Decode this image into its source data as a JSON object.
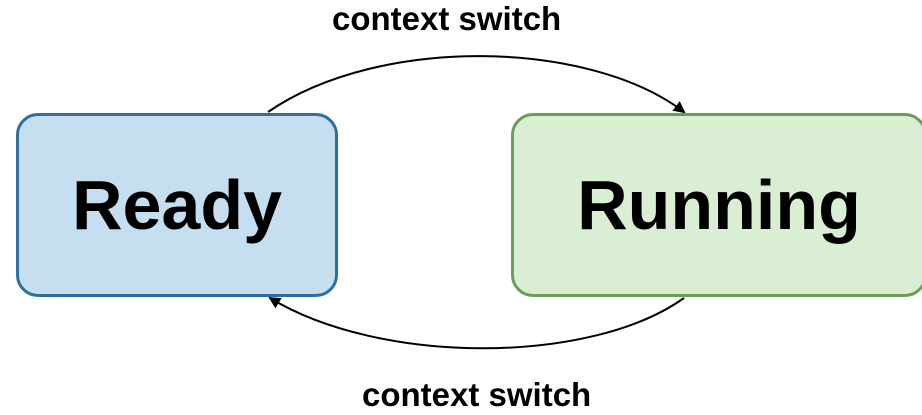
{
  "states": [
    {
      "label": "Ready",
      "fill": "#c5dff1",
      "stroke": "#2e6fa0"
    },
    {
      "label": "Running",
      "fill": "#d9eed2",
      "stroke": "#6a9e55"
    }
  ],
  "transitions": [
    {
      "label": "context switch",
      "from": "Ready",
      "to": "Running"
    },
    {
      "label": "context switch",
      "from": "Running",
      "to": "Ready"
    }
  ],
  "arrow_color": "#000000"
}
